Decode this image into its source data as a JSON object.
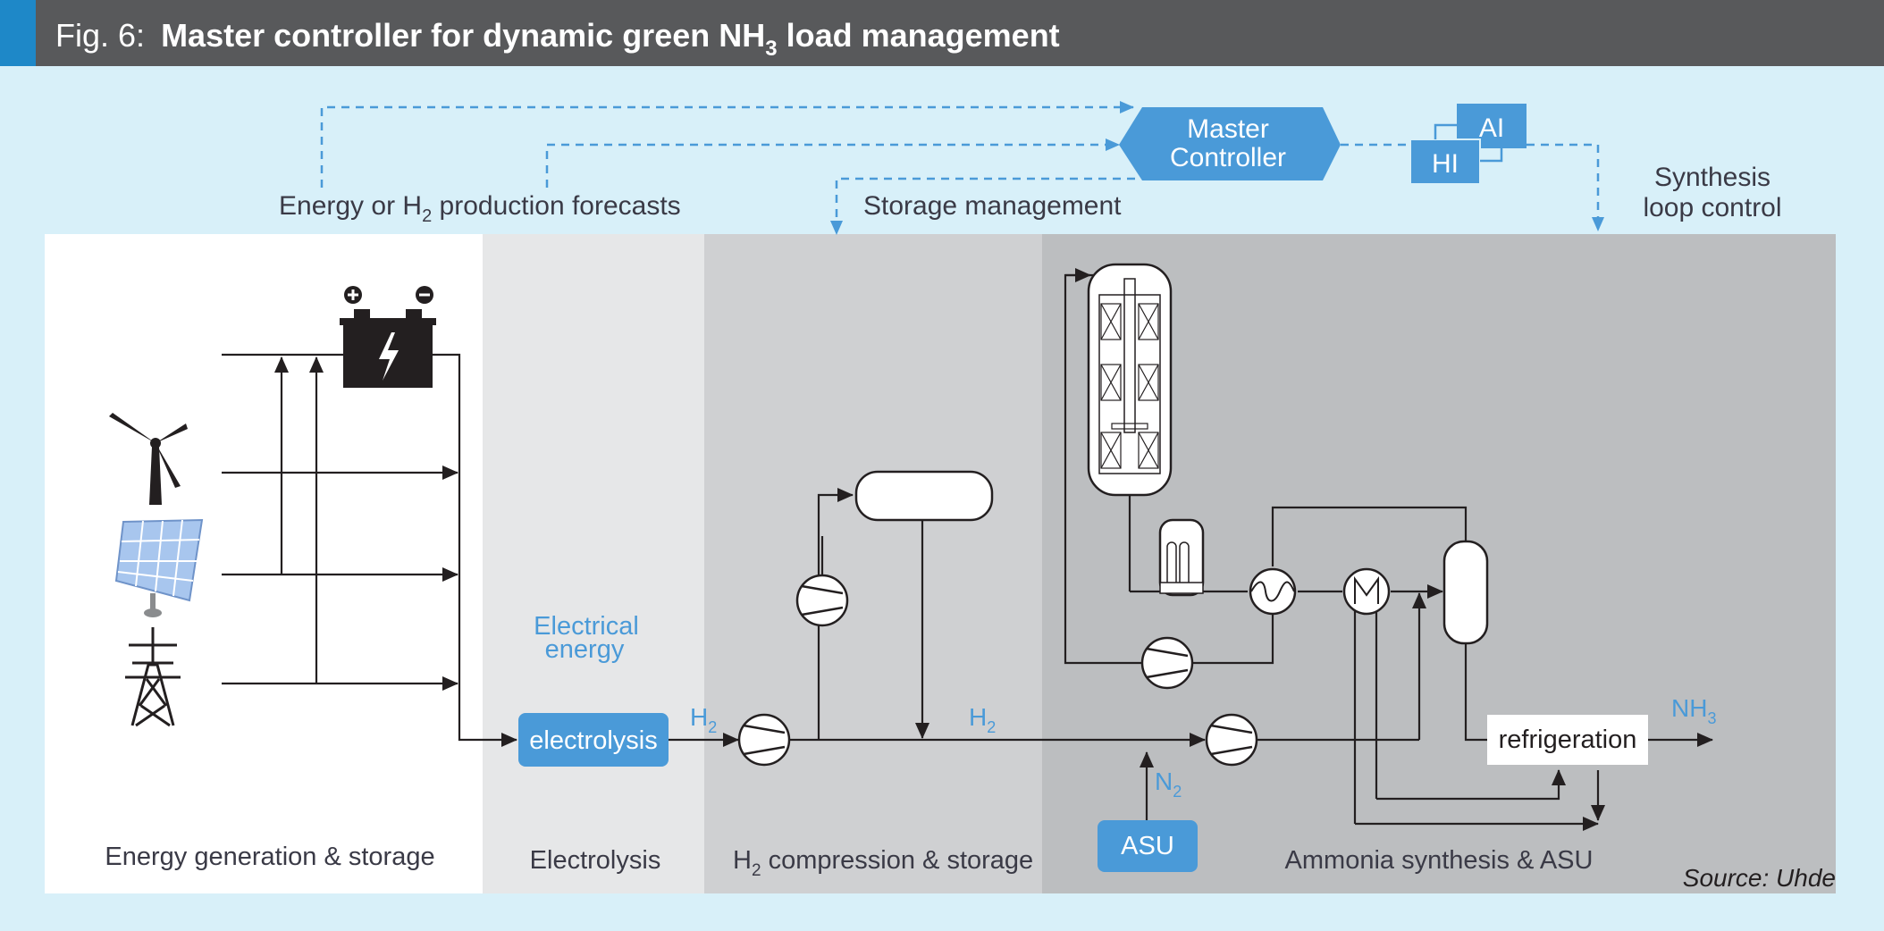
{
  "figure": {
    "prefix": "Fig. 6:",
    "title_main": "Master controller for dynamic green NH",
    "title_sub": "3",
    "title_end": " load management"
  },
  "controller": {
    "master_line1": "Master",
    "master_line2": "Controller",
    "ai": "AI",
    "hi": "HI"
  },
  "signals": {
    "forecast_pre": "Energy or H",
    "forecast_sub": "2",
    "forecast_post": " production forecasts",
    "storage": "Storage management",
    "loop_line1": "Synthesis",
    "loop_line2": "loop control"
  },
  "zones": {
    "energy": "Energy generation & storage",
    "electrolysis": "Electrolysis",
    "compression_pre": "H",
    "compression_sub": "2",
    "compression_post": " compression & storage",
    "ammonia": "Ammonia synthesis & ASU"
  },
  "process": {
    "elec_energy_line1": "Electrical",
    "elec_energy_line2": "energy",
    "electrolysis_box": "electrolysis",
    "h2": "H",
    "h2_sub": "2",
    "n2": "N",
    "n2_sub": "2",
    "asu": "ASU",
    "refrigeration": "refrigeration",
    "nh3": "NH",
    "nh3_sub": "3"
  },
  "source": "Source: Uhde",
  "colors": {
    "background": "#d8f0f9",
    "title_bar": "#58595b",
    "title_accent": "#1e88c8",
    "accent_blue": "#4a9ad8",
    "zone_energy": "#ffffff",
    "zone_electrolysis": "#e6e7e8",
    "zone_compression": "#cfd0d2",
    "zone_ammonia": "#bcbec0",
    "line": "#231f20"
  },
  "icons": [
    "battery-icon",
    "wind-turbine-icon",
    "solar-panel-icon",
    "power-pylon-icon",
    "compressor-icon",
    "heat-exchanger-icon",
    "reactor-icon",
    "separator-icon",
    "storage-tank-icon"
  ]
}
